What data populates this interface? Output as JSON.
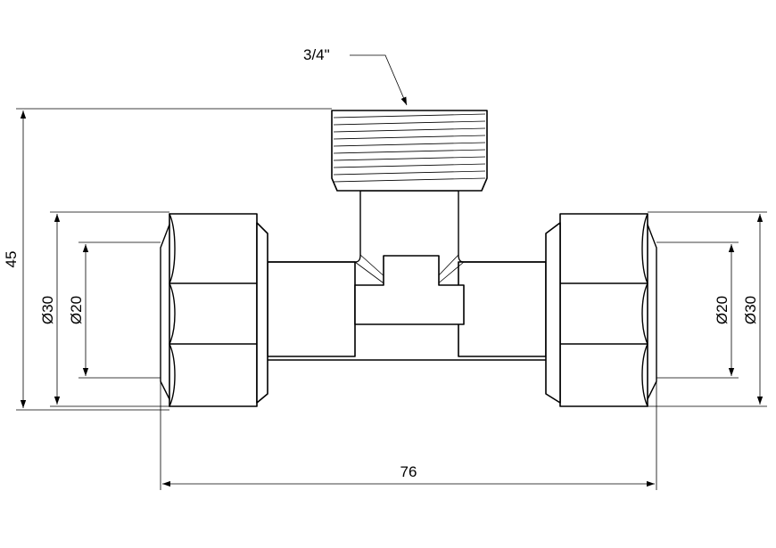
{
  "dimensions": {
    "thread_size": "3/4\"",
    "overall_height": "45",
    "left_outer_diameter": "Ø30",
    "left_inner_diameter": "Ø20",
    "right_inner_diameter": "Ø20",
    "right_outer_diameter": "Ø30",
    "overall_length": "76"
  }
}
